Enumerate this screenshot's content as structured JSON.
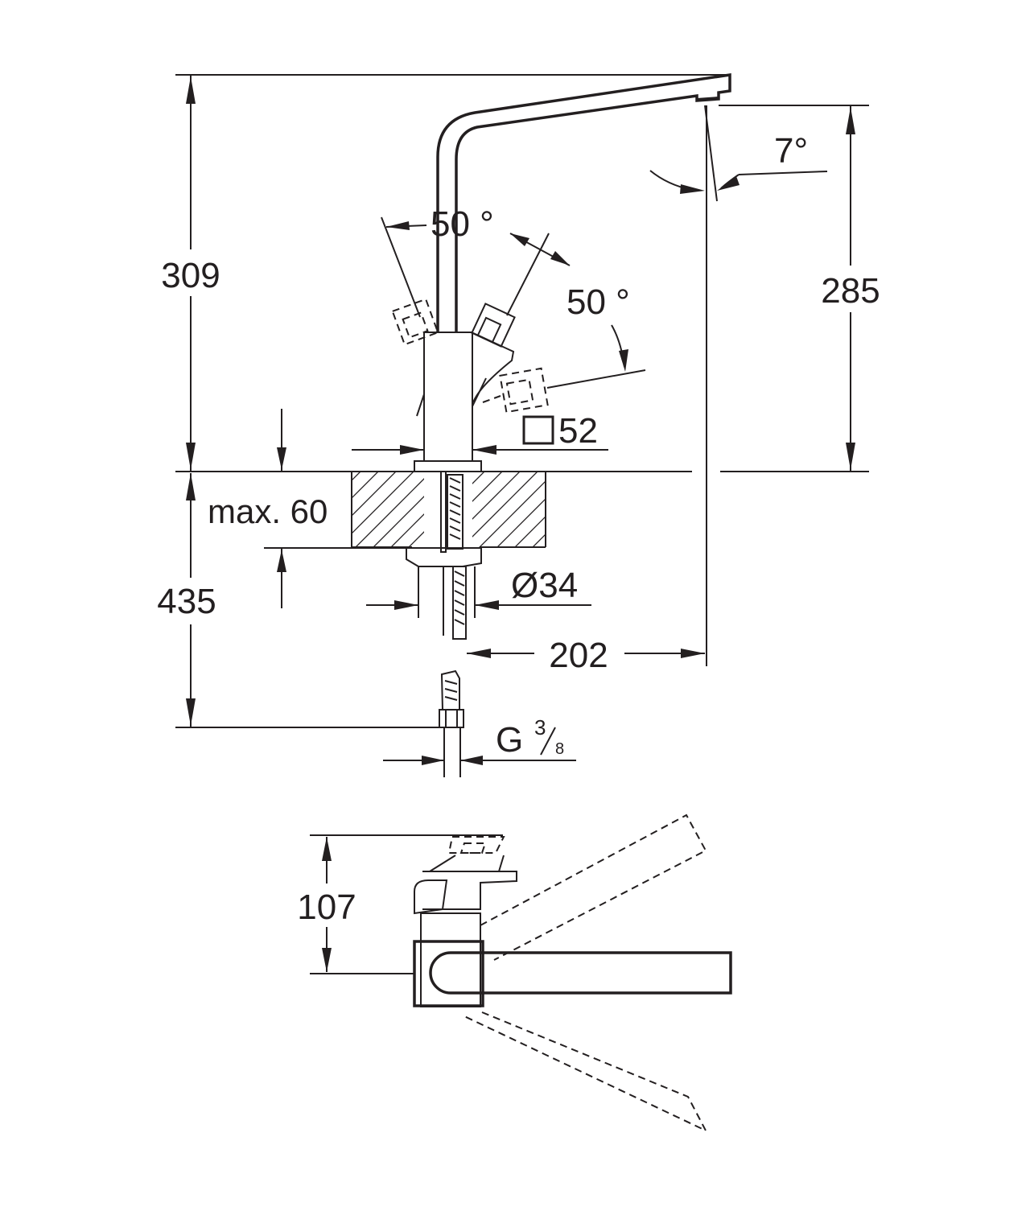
{
  "dimensions": {
    "overall_height": "309",
    "spout_height": "285",
    "spout_angle": "7°",
    "lever_angle_left": "50 °",
    "lever_angle_right": "50 °",
    "body_size": "52",
    "deck_thickness": "max. 60",
    "below_deck_length": "435",
    "hole_diameter": "Ø34",
    "spout_reach": "202",
    "connection_thread": "G",
    "connection_frac_num": "3",
    "connection_frac_den": "8",
    "top_view_depth": "107"
  },
  "colors": {
    "line": "#231f20",
    "background": "#ffffff"
  }
}
